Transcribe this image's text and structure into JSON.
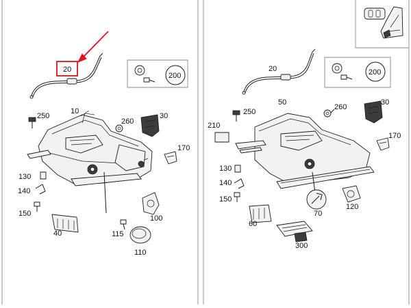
{
  "colors": {
    "line": "#1a1a1a",
    "highlight": "#e0141c",
    "frame": "#8a8a8a"
  },
  "callouts_left": {
    "c20": "20",
    "c200": "200",
    "c250": "250",
    "c10": "10",
    "c260": "260",
    "c30": "30",
    "c170": "170",
    "c130": "130",
    "c140": "140",
    "c150": "150",
    "c40": "40",
    "c115": "115",
    "c100": "100",
    "c110": "110"
  },
  "callouts_right": {
    "c20": "20",
    "c200": "200",
    "c250": "250",
    "c50": "50",
    "c260": "260",
    "c30": "30",
    "c210": "210",
    "c170": "170",
    "c130": "130",
    "c140": "140",
    "c150": "150",
    "c60": "60",
    "c70": "70",
    "c120": "120",
    "c300": "300"
  },
  "icons": {
    "highlight_arrow": "red-arrow-icon",
    "seat_switch": "seat-switch-icon",
    "wrench": "wrench-icon"
  }
}
